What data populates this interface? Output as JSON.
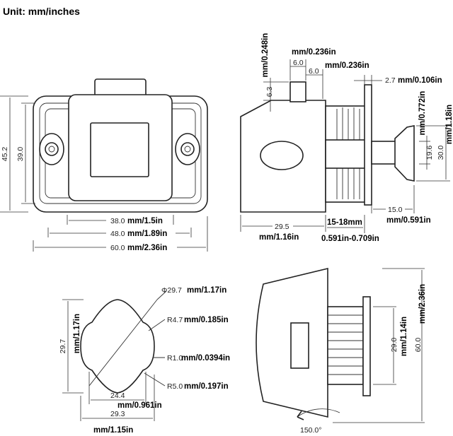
{
  "header": {
    "unit_label": "Unit: mm/inches"
  },
  "front_view": {
    "height_outer": "45.2",
    "height_inner": "39.0",
    "width_38_num": "38.0",
    "width_38_unit": "mm/1.5in",
    "width_48_num": "48.0",
    "width_48_unit": "mm/1.89in",
    "width_60_num": "60.0",
    "width_60_unit": "mm/2.36in"
  },
  "side_view": {
    "top_6a_num": "6.0",
    "top_6a_unit": "mm/0.236in",
    "top_6b_num": "6.0",
    "top_6b_unit": "mm/0.236in",
    "h_63_num": "6.3",
    "h_63_unit": "mm/0.248in",
    "w_27_num": "2.7",
    "w_27_unit": "mm/0.106in",
    "knob_196_num": "19.6",
    "knob_196_unit": "mm/0.772in",
    "knob_300_num": "30.0",
    "knob_300_unit": "mm/1.18in",
    "w_150_num": "15.0",
    "w_150_unit": "mm/0.591in",
    "w_295_num": "29.5",
    "w_295_unit": "mm/1.16in",
    "range_mm": "15-18mm",
    "range_in": "0.591in-0.709in"
  },
  "cutout_view": {
    "dia_num": "Φ29.7",
    "dia_unit": "mm/1.17in",
    "h_num": "29.7",
    "h_unit": "mm/1.17in",
    "r47_num": "R4.7",
    "r47_unit": "mm/0.185in",
    "r10_num": "R1.0",
    "r10_unit": "mm/0.0394in",
    "r50_num": "R5.0",
    "r50_unit": "mm/0.197in",
    "w244_num": "24.4",
    "w244_unit": "mm/0.961in",
    "w293_num": "29.3",
    "w293_unit": "mm/1.15in"
  },
  "rotate_view": {
    "h290_num": "29.0",
    "h290_unit": "mm/1.14in",
    "h600_num": "60.0",
    "h600_unit": "mm/2.36in",
    "angle": "150.0°"
  }
}
